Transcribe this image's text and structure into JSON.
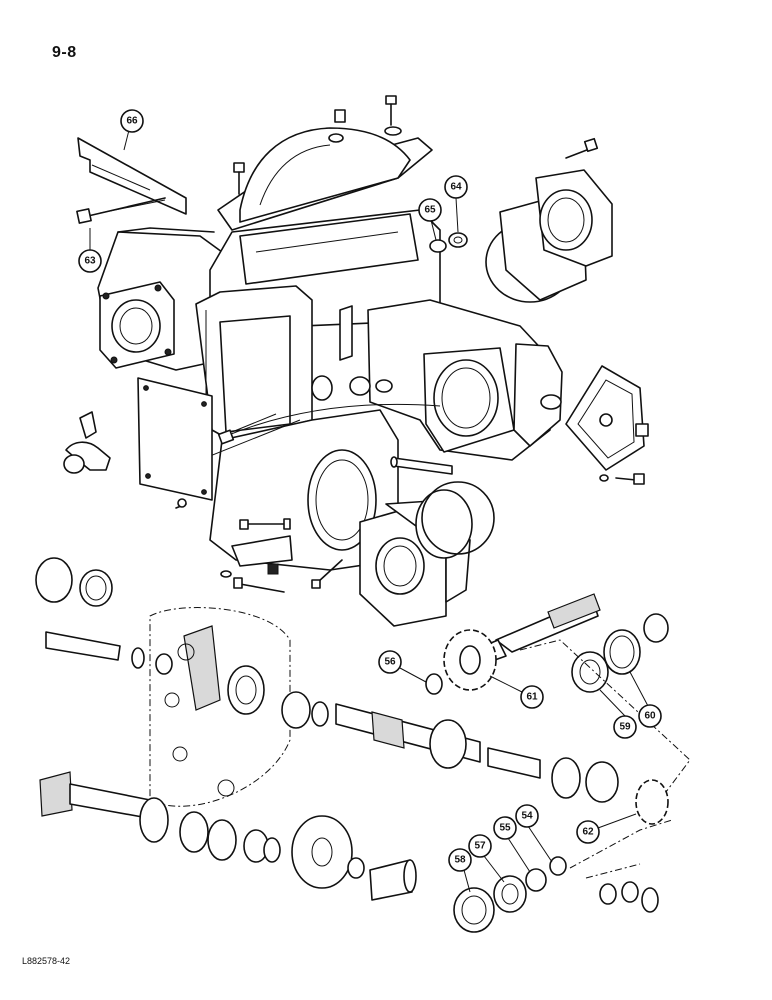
{
  "page_number": "9-8",
  "figure_id": "L882578-42",
  "callouts": [
    {
      "id": "66",
      "label": "66"
    },
    {
      "id": "63",
      "label": "63"
    },
    {
      "id": "65",
      "label": "65"
    },
    {
      "id": "64",
      "label": "64"
    },
    {
      "id": "56",
      "label": "56"
    },
    {
      "id": "61",
      "label": "61"
    },
    {
      "id": "59",
      "label": "59"
    },
    {
      "id": "60",
      "label": "60"
    },
    {
      "id": "54",
      "label": "54"
    },
    {
      "id": "55",
      "label": "55"
    },
    {
      "id": "57",
      "label": "57"
    },
    {
      "id": "58",
      "label": "58"
    },
    {
      "id": "62",
      "label": "62"
    }
  ]
}
